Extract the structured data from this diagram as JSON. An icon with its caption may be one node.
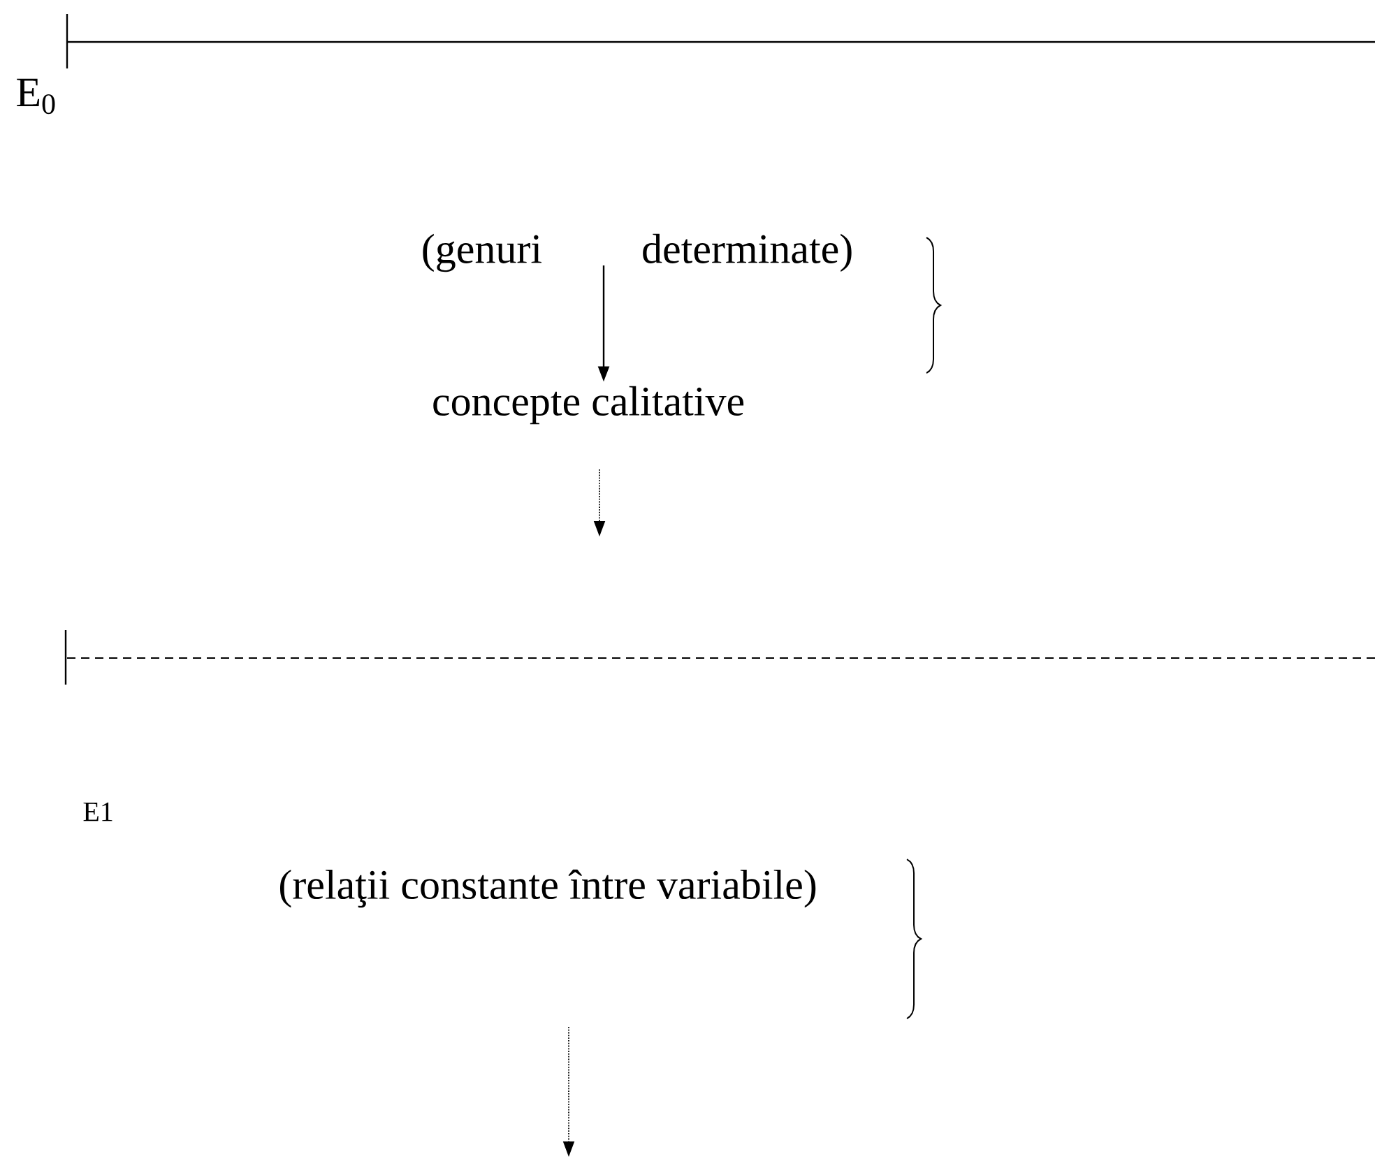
{
  "diagram": {
    "nodes": [
      {
        "text": [
          "(genuri determinate)"
        ]
      },
      {
        "text": [
          "concepte calitative"
        ]
      },
      {
        "text": [
          "(relaţii constante între variabile)"
        ]
      }
    ],
    "edges": [
      {
        "from": 0,
        "to": 1,
        "arrow": "to"
      }
    ],
    "labels": [
      "E$_{0}$",
      "E1"
    ]
  }
}
